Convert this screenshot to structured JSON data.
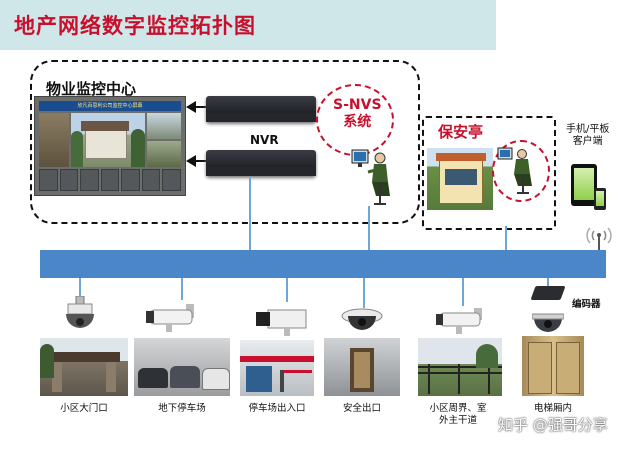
{
  "title": "地产网络数字监控拓扑图",
  "center": {
    "title": "物业监控中心",
    "banner": "欣凡百思利公司监控中心屏幕"
  },
  "nvr_label": "NVR",
  "snvs": {
    "line1": "S-NVS",
    "line2": "系统"
  },
  "guard_title": "保安亭",
  "mobile": {
    "line1": "手机/平板",
    "line2": "客户端"
  },
  "encoder_label": "编码器",
  "sites": [
    {
      "label": "小区大门口"
    },
    {
      "label": "地下停车场"
    },
    {
      "label": "停车场出入口"
    },
    {
      "label": "安全出口"
    },
    {
      "label": "小区周界、室外主干道"
    },
    {
      "label": "电梯厢内"
    }
  ],
  "watermark": "知乎 @强哥分享",
  "colors": {
    "title": "#c8102e",
    "bus": "#4a86c8",
    "header_bg": "#cfe7e8",
    "accent_red": "#c8102e"
  }
}
